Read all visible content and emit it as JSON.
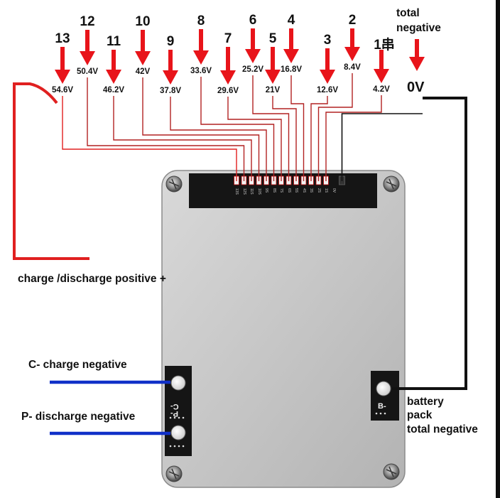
{
  "cells": [
    {
      "number": "13",
      "voltage": "54.6V"
    },
    {
      "number": "12",
      "voltage": "50.4V"
    },
    {
      "number": "11",
      "voltage": "46.2V"
    },
    {
      "number": "10",
      "voltage": "42V"
    },
    {
      "number": "9",
      "voltage": "37.8V"
    },
    {
      "number": "8",
      "voltage": "33.6V"
    },
    {
      "number": "7",
      "voltage": "29.6V"
    },
    {
      "number": "6",
      "voltage": "25.2V"
    },
    {
      "number": "5",
      "voltage": "21V"
    },
    {
      "number": "4",
      "voltage": "16.8V"
    },
    {
      "number": "3",
      "voltage": "12.6V"
    },
    {
      "number": "2",
      "voltage": "8.4V"
    },
    {
      "number": "1串",
      "voltage": "4.2V"
    }
  ],
  "total_negative": {
    "line1": "total",
    "line2": "negative",
    "voltage": "0V"
  },
  "labels": {
    "charge_discharge_positive": "charge /discharge positive +",
    "c_minus": "C- charge negative",
    "p_minus": "P- discharge negative",
    "battery_line1": "battery",
    "battery_line2": "pack",
    "battery_line3": "total negative"
  },
  "board": {
    "pad_c": "C-",
    "pad_p": "P-",
    "pad_b": "B-",
    "pin_marks": [
      "13S",
      "12S",
      "11S",
      "10S",
      "9S",
      "8S",
      "7S",
      "6S",
      "5S",
      "4S",
      "3S",
      "2S",
      "1S",
      "0V"
    ]
  },
  "colors": {
    "arrow": "#e8141a",
    "wire_red": "#e02020",
    "wire_blue": "#1030c8",
    "wire_black": "#111111",
    "board_metal": "#c9c9c9",
    "pcb": "#151515"
  }
}
